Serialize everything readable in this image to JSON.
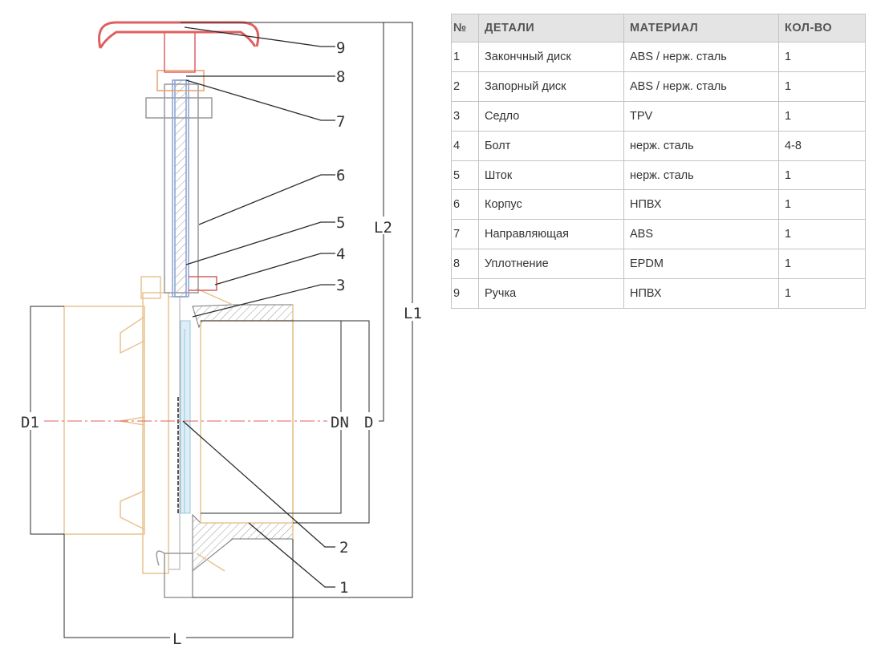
{
  "drawing": {
    "dimension_labels": {
      "L": "L",
      "L1": "L1",
      "L2": "L2",
      "D1": "D1",
      "DN": "DN",
      "D": "D"
    },
    "callouts": [
      "1",
      "2",
      "3",
      "4",
      "5",
      "6",
      "7",
      "8",
      "9"
    ]
  },
  "table": {
    "headers": [
      "№",
      "ДЕТАЛИ",
      "МАТЕРИАЛ",
      "КОЛ-ВО"
    ],
    "rows": [
      [
        "1",
        "Закончный диск",
        "ABS / нерж. сталь",
        "1"
      ],
      [
        "2",
        "Запорный диск",
        "ABS / нерж. сталь",
        "1"
      ],
      [
        "3",
        "Седло",
        "TPV",
        "1"
      ],
      [
        "4",
        "Болт",
        "нерж. сталь",
        "4-8"
      ],
      [
        "5",
        "Шток",
        "нерж. сталь",
        "1"
      ],
      [
        "6",
        "Корпус",
        "НПВХ",
        "1"
      ],
      [
        "7",
        "Направляющая",
        "ABS",
        "1"
      ],
      [
        "8",
        "Уплотнение",
        "EPDM",
        "1"
      ],
      [
        "9",
        "Ручка",
        "НПВХ",
        "1"
      ]
    ]
  },
  "colors": {
    "dim_line": "#2b2b2b",
    "body_outline": "#e8c490",
    "handle": "#e06060",
    "stem": "#8aa0d0",
    "seat": "#90c8e0"
  }
}
